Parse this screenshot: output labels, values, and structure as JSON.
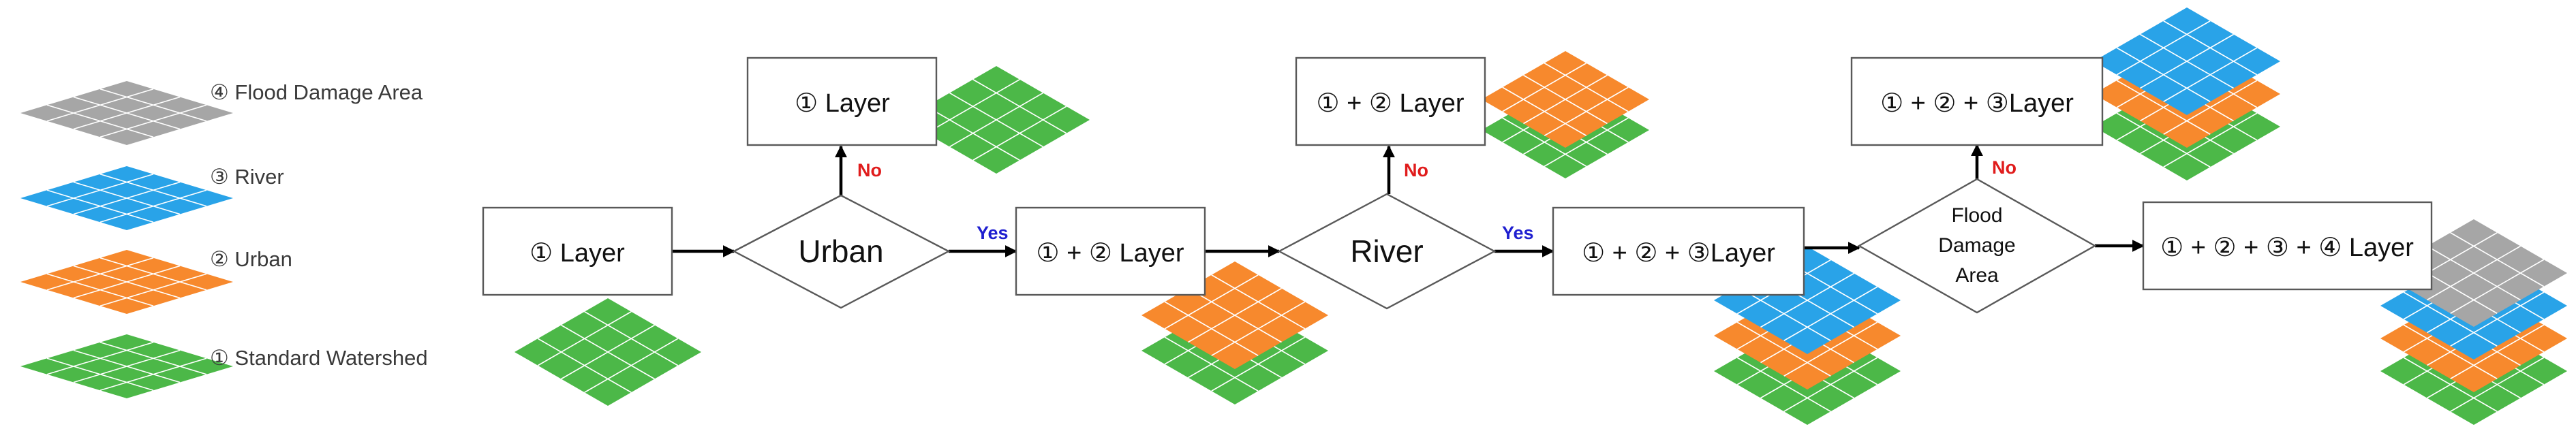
{
  "legend": [
    {
      "id": "flood",
      "label": "④ Flood Damage Area",
      "color": "#a6a6a6"
    },
    {
      "id": "river",
      "label": "③ River",
      "color": "#29a3e8"
    },
    {
      "id": "urban",
      "label": "② Urban",
      "color": "#f7892d"
    },
    {
      "id": "watershed",
      "label": "① Standard Watershed",
      "color": "#4cb848"
    }
  ],
  "boxes": {
    "start": "① Layer",
    "no_urban": "① Layer",
    "after_urban": "① + ② Layer",
    "no_river": "① + ② Layer",
    "after_river": "① + ② + ③Layer",
    "no_flood": "① + ② + ③Layer",
    "final": "① + ② + ③ + ④ Layer"
  },
  "decisions": {
    "urban": "Urban",
    "river": "River",
    "flood_lines": [
      "Flood",
      "Damage",
      "Area"
    ]
  },
  "edge_labels": {
    "yes": "Yes",
    "no": "No"
  },
  "colors": {
    "yes": "#1f1fd0",
    "no": "#e01c1c",
    "grid_lines": "#ffffff",
    "box_border": "#595959"
  }
}
